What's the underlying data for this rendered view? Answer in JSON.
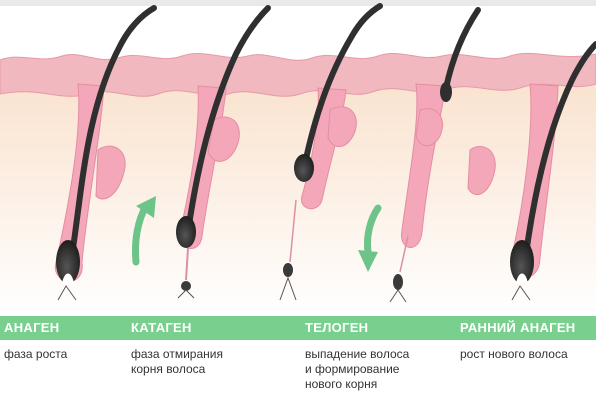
{
  "phases": [
    {
      "name": "АНАГЕН",
      "desc": [
        "фаза роста"
      ]
    },
    {
      "name": "КАТАГЕН",
      "desc": [
        "фаза отмирания",
        "корня волоса"
      ]
    },
    {
      "name": "ТЕЛОГЕН",
      "desc": [
        "выпадение волоса",
        "и формирование",
        "нового корня"
      ]
    },
    {
      "name": "РАННИЙ АНАГЕН",
      "desc": [
        "рост нового волоса"
      ]
    }
  ],
  "colors": {
    "skin": "#f7dcc4",
    "epidermis": "#f1b8c0",
    "follicle": "#f4a7b9",
    "hair": "#2f2f2f",
    "arrow": "#6cc489",
    "band": "#79d08e"
  },
  "icons": [
    "arrow-up-icon",
    "arrow-down-icon"
  ]
}
